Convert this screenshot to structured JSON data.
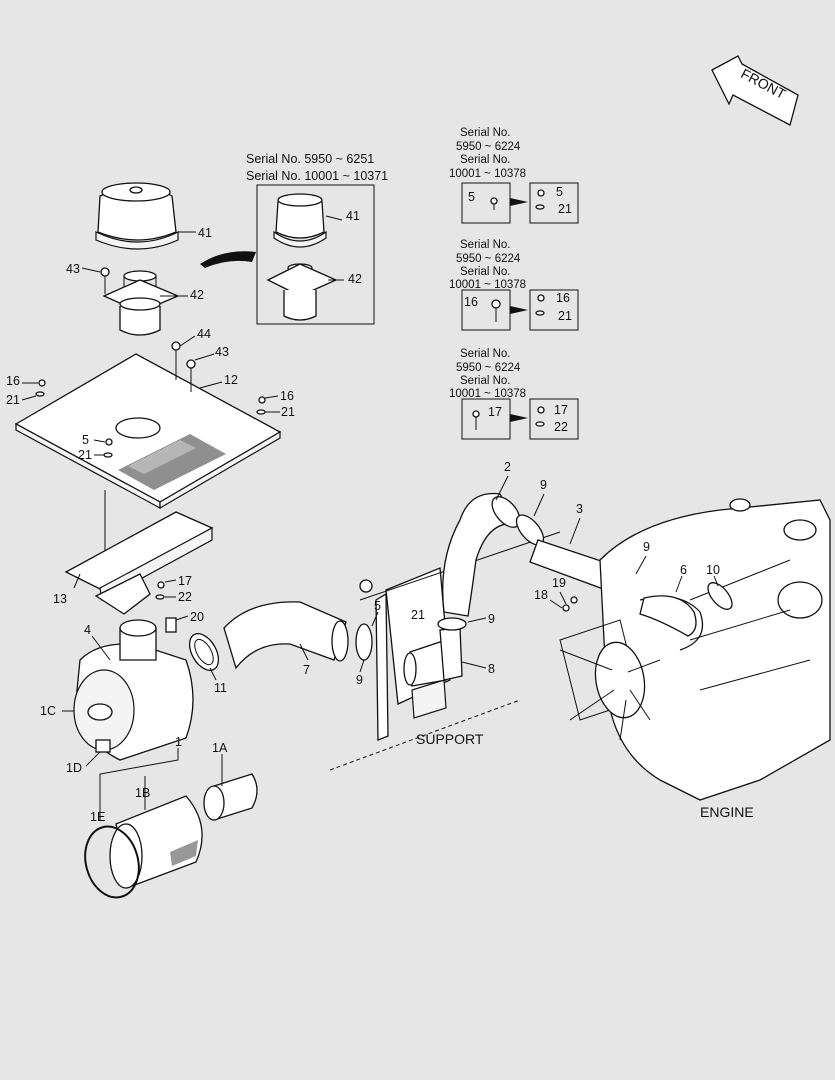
{
  "direction_label": "FRONT",
  "inset": {
    "serial_line1": "Serial No.  5950 ~ 6251",
    "serial_line2": "Serial No.  10001 ~ 10371",
    "callouts": [
      "41",
      "42"
    ]
  },
  "serial_boxes": [
    {
      "line1": "Serial No.",
      "line2": "5950 ~ 6224",
      "line3": "Serial No.",
      "line4": "10001 ~ 10378",
      "old_part": "5",
      "new_parts": [
        "5",
        "21"
      ]
    },
    {
      "line1": "Serial No.",
      "line2": "5950 ~ 6224",
      "line3": "Serial No.",
      "line4": "10001 ~ 10378",
      "old_part": "16",
      "new_parts": [
        "16",
        "21"
      ]
    },
    {
      "line1": "Serial No.",
      "line2": "5950 ~ 6224",
      "line3": "Serial No.",
      "line4": "10001 ~ 10378",
      "old_part": "17",
      "new_parts": [
        "17",
        "22"
      ]
    }
  ],
  "callouts": {
    "c41": "41",
    "c42": "42",
    "c43a": "43",
    "c44": "44",
    "c43b": "43",
    "c12": "12",
    "c16a": "16",
    "c21a": "21",
    "c16b": "16",
    "c21b": "21",
    "c5a": "5",
    "c21c": "21",
    "c13": "13",
    "c17": "17",
    "c22": "22",
    "c20": "20",
    "c4": "4",
    "c11": "11",
    "c1C": "1C",
    "c1": "1",
    "c1D": "1D",
    "c1A": "1A",
    "c1B": "1B",
    "c1E": "1E",
    "c7": "7",
    "c9a": "9",
    "c5b": "5",
    "c21d": "21",
    "c9b": "9",
    "c8": "8",
    "c2": "2",
    "c9c": "9",
    "c3": "3",
    "c9d": "9",
    "c19": "19",
    "c18": "18",
    "c6": "6",
    "c10": "10"
  },
  "labels": {
    "support": "SUPPORT",
    "engine": "ENGINE"
  }
}
